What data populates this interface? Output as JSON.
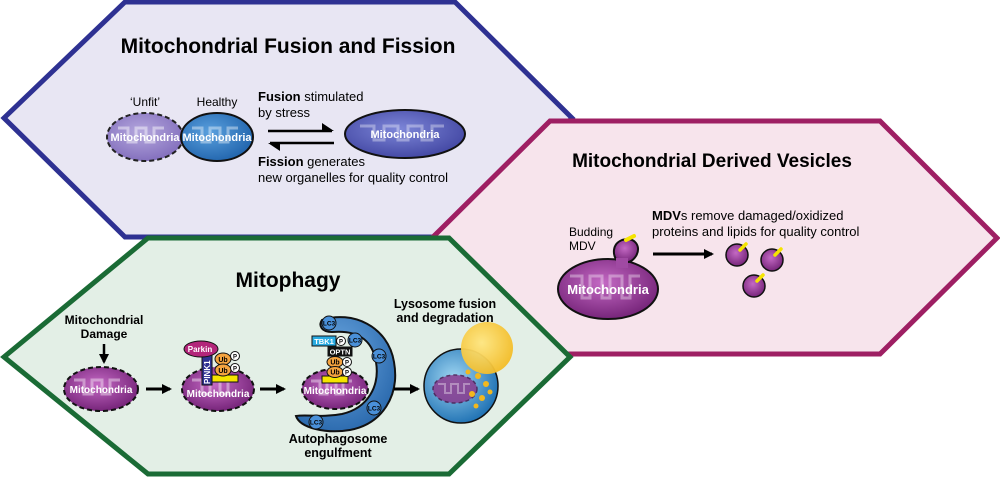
{
  "panels": {
    "fusion": {
      "title": "Mitochondrial Fusion and Fission",
      "unfit_label": "‘Unfit’",
      "healthy_label": "Healthy",
      "mito_label": "Mitochondria",
      "fusion_bold": "Fusion",
      "fusion_rest": " stimulated",
      "fusion_line2": "by stress",
      "fission_bold": "Fission",
      "fission_rest": " generates",
      "fission_line2": "new organelles for quality control",
      "border_color": "#2e3192",
      "fill_color": "#e8e6f3"
    },
    "mdv": {
      "title": "Mitochondrial Derived Vesicles",
      "budding_line1": "Budding",
      "budding_line2": "MDV",
      "mdv_bold": "MDV",
      "mdv_rest": "s remove damaged/oxidized",
      "mdv_line2": "proteins and lipids for quality control",
      "mito_label": "Mitochondria",
      "border_color": "#9e1f63",
      "fill_color": "#f7e4ec"
    },
    "mitophagy": {
      "title": "Mitophagy",
      "damage_line1": "Mitochondrial",
      "damage_line2": "Damage",
      "mito_label": "Mitochondria",
      "parkin": "Parkin",
      "pink1": "PINK1",
      "ub": "Ub",
      "p": "P",
      "tbk1": "TBK1",
      "optn": "OPTN",
      "lc3": "LC3",
      "autophagosome_line1": "Autophagosome",
      "autophagosome_line2": "engulfment",
      "lysosome_line1": "Lysosome fusion",
      "lysosome_line2": "and degradation",
      "border_color": "#1a6b35",
      "fill_color": "#e3efe6"
    }
  }
}
